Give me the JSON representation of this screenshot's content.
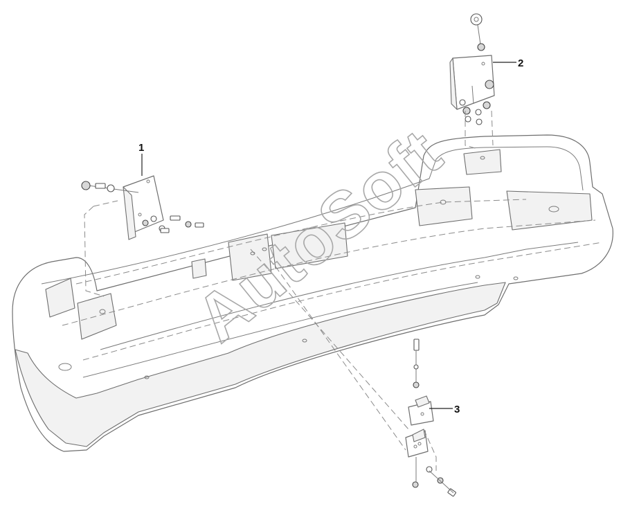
{
  "callouts": {
    "c1": "1",
    "c2": "2",
    "c3": "3"
  },
  "watermark": "AutoSoft",
  "colors": {
    "line": "#6e6e6e",
    "leader": "#222222",
    "watermark": "#a8a8a8"
  }
}
